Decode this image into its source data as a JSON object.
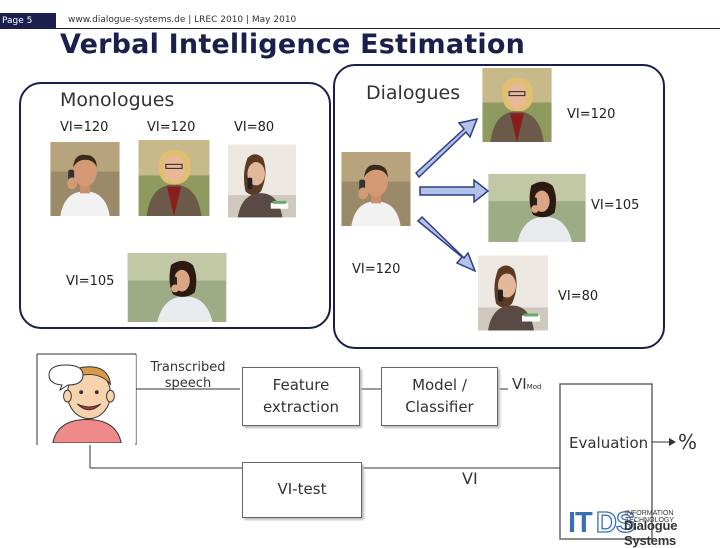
{
  "header": {
    "page_label": "Page 5",
    "source": "www.dialogue-systems.de | LREC 2010 | May 2010",
    "title": "Verbal Intelligence Estimation"
  },
  "monologues": {
    "label": "Monologues",
    "items": [
      {
        "vi": "VI=120",
        "person": "man-phone"
      },
      {
        "vi": "VI=120",
        "person": "blonde-woman"
      },
      {
        "vi": "VI=80",
        "person": "brunette-woman-lying"
      },
      {
        "vi": "VI=105",
        "person": "woman-phone"
      }
    ]
  },
  "dialogues": {
    "label": "Dialogues",
    "source_vi": "VI=120",
    "targets": [
      {
        "vi": "VI=120",
        "person": "blonde-woman"
      },
      {
        "vi": "VI=105",
        "person": "woman-phone"
      },
      {
        "vi": "VI=80",
        "person": "brunette-woman-lying"
      }
    ]
  },
  "pipeline": {
    "transcribed": "Transcribed speech",
    "feature": "Feature extraction",
    "model": "Model / Classifier",
    "vimod_main": "VI",
    "vimod_sub": "Mod",
    "evaluation": "Evaluation",
    "percent": "%",
    "vitest": "VI-test",
    "vi": "VI"
  },
  "logo": {
    "line1": "INFORMATION TECHNOLOGY",
    "line2": "Dialogue Systems"
  },
  "colors": {
    "navy": "#1a1f4d",
    "arrow_fill": "#b3c3e8",
    "arrow_stroke": "#2e3c8c",
    "logo_blue": "#3a6fb5"
  }
}
